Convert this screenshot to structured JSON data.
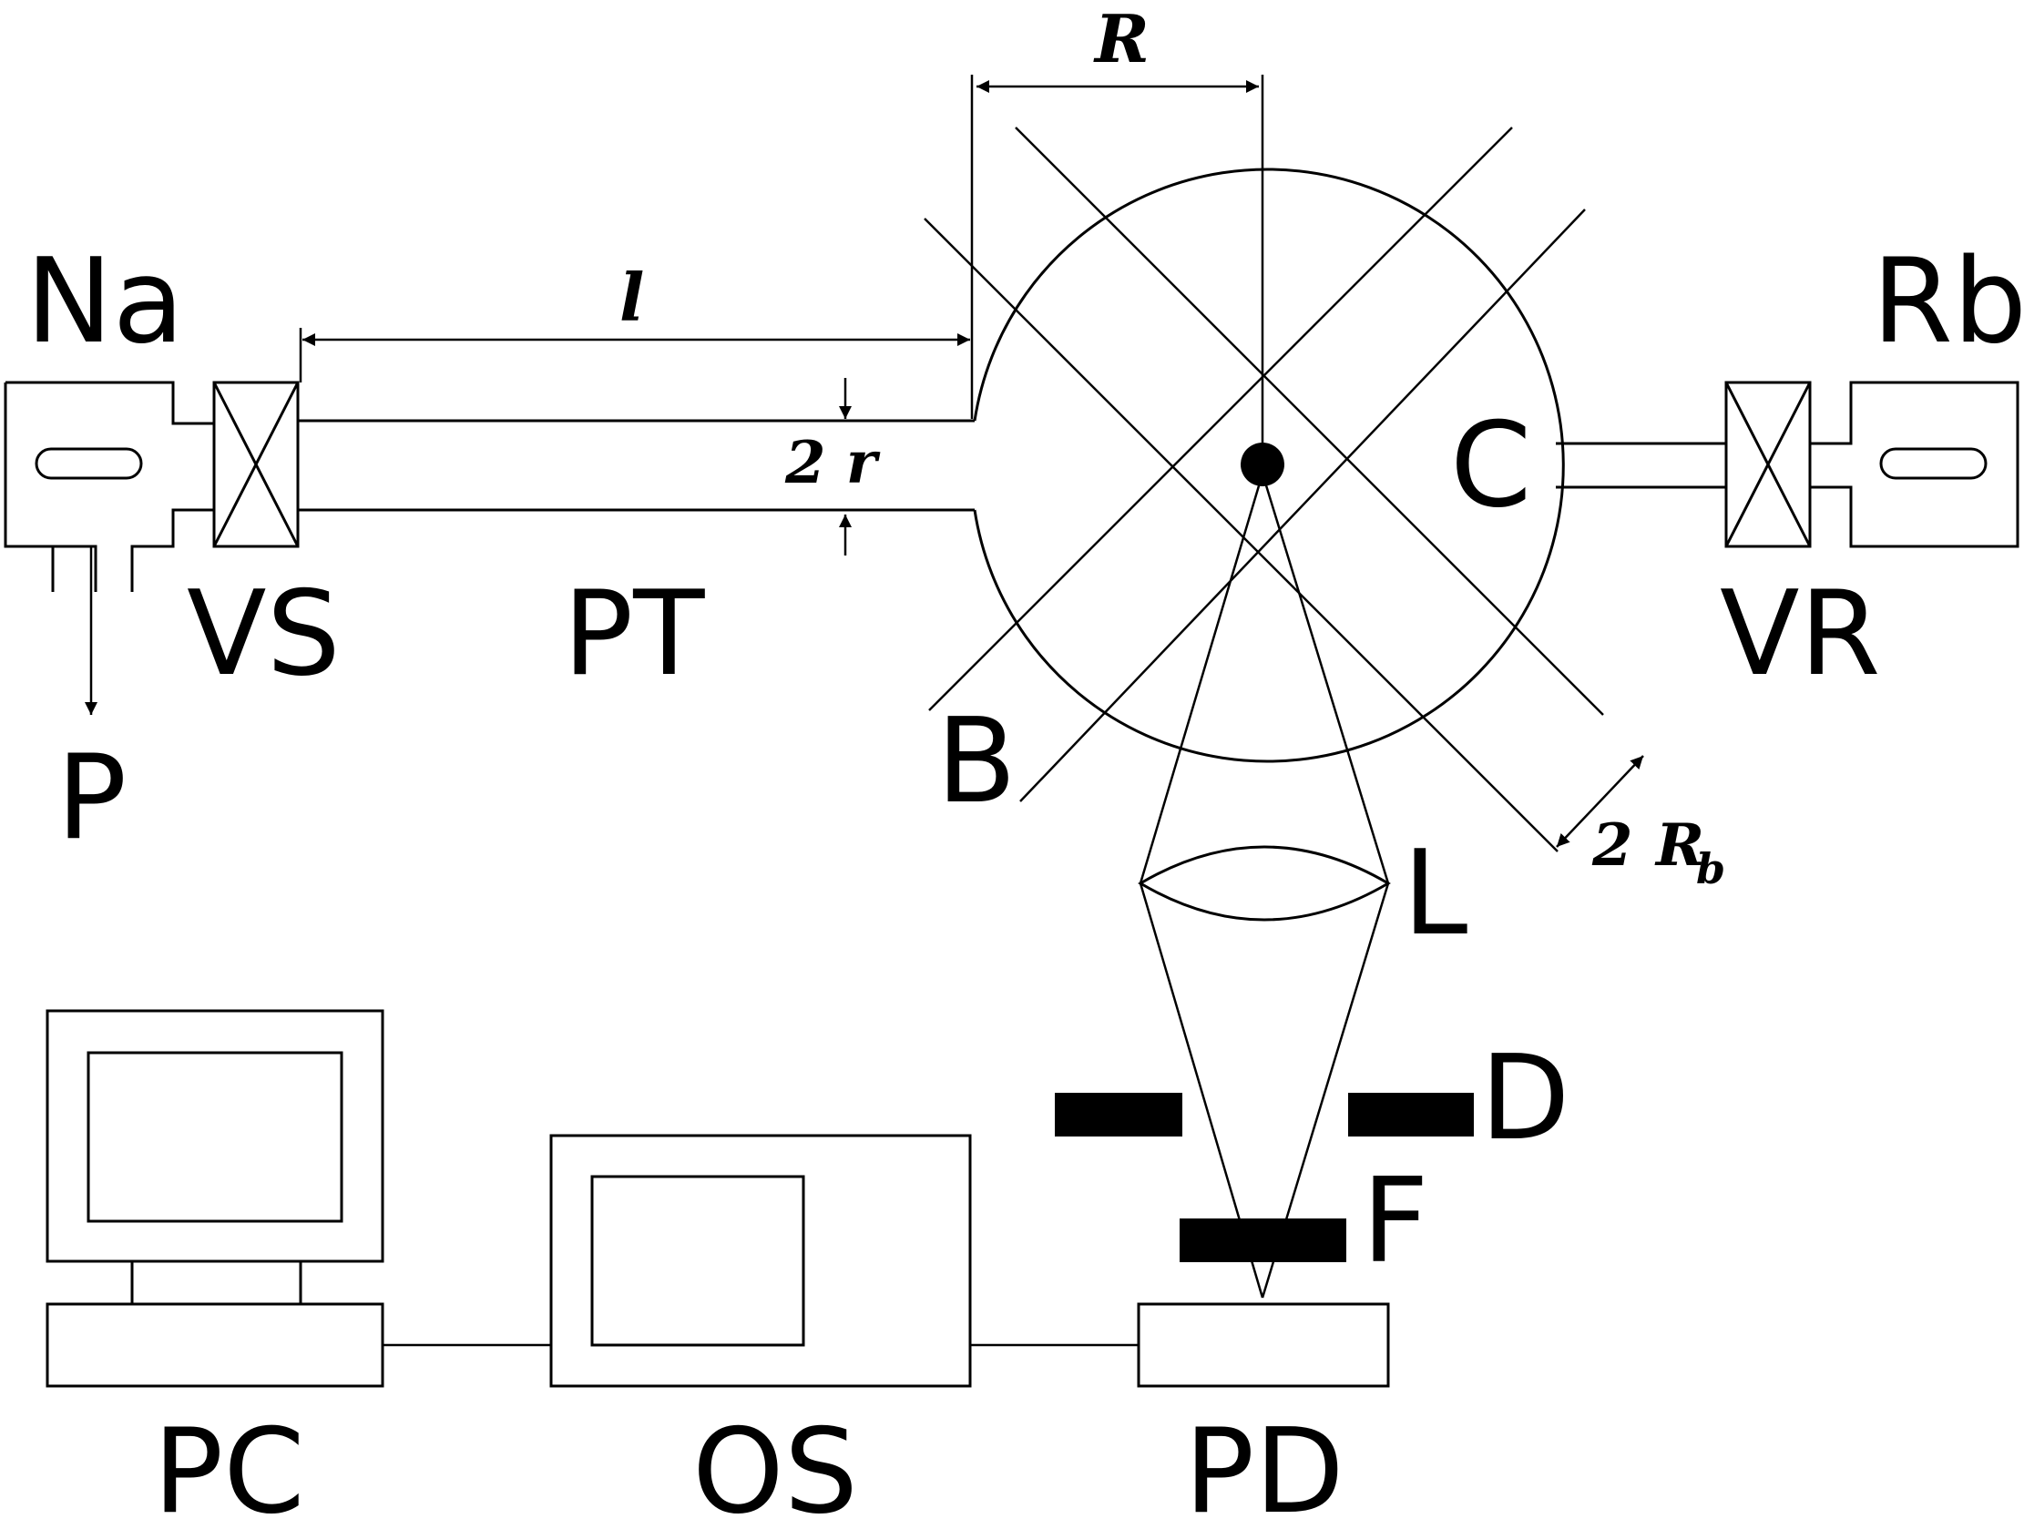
{
  "labels": {
    "na": "Na",
    "rb": "Rb",
    "vs": "VS",
    "pt": "PT",
    "vr": "VR",
    "p": "P",
    "b": "B",
    "c": "C",
    "l_lens": "L",
    "d": "D",
    "f": "F",
    "pc": "PC",
    "os": "OS",
    "pd": "PD"
  },
  "math_labels": {
    "l": "l",
    "R": "R",
    "two_r": "2 r",
    "two": "2",
    "Rb_base": "R",
    "Rb_sub": "b"
  }
}
